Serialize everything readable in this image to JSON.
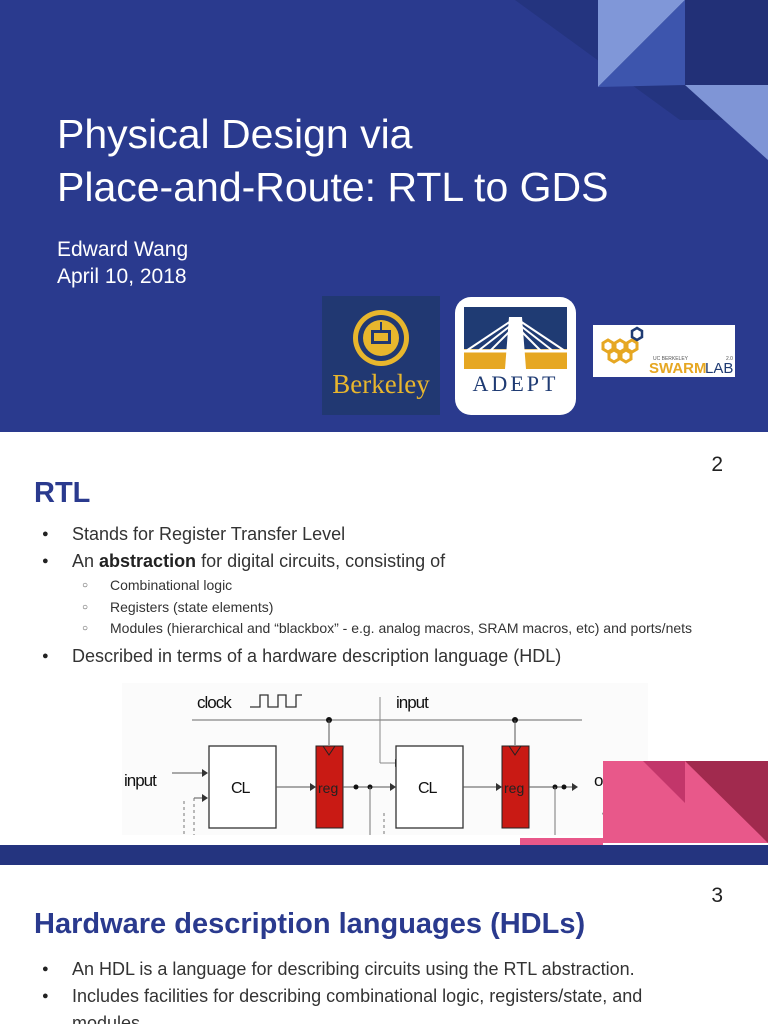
{
  "slide1": {
    "title_lines": [
      "Physical Design via",
      "Place-and-Route: RTL to GDS"
    ],
    "author": "Edward Wang",
    "date": "April 10, 2018",
    "logos": {
      "berkeley": "Berkeley",
      "adept": "ADEPT",
      "swarm_top": "UC BERKELEY",
      "swarm_word_a": "SWARM",
      "swarm_word_b": "LAB",
      "swarm_version": "2.0"
    },
    "colors": {
      "background": "#2a3a8e",
      "accent_light": "#7f95d6"
    }
  },
  "slide2": {
    "number": "2",
    "heading": "RTL",
    "bullets": [
      {
        "text": "Stands for Register Transfer Level"
      },
      {
        "pre": "An ",
        "bold": "abstraction",
        "post": " for digital circuits, consisting of"
      },
      {
        "text": "Combinational logic",
        "level": 2
      },
      {
        "text": "Registers (state elements)",
        "level": 2
      },
      {
        "text": "Modules (hierarchical and “blackbox” - e.g. analog macros, SRAM macros, etc) and ports/nets",
        "level": 2
      },
      {
        "text": "Described in terms of a hardware description language (HDL)"
      }
    ],
    "diagram": {
      "clock": "clock",
      "input_top": "input",
      "input_left": "input",
      "cl1": "CL",
      "cl2": "CL",
      "reg1": "reg",
      "reg2": "reg",
      "output": "output",
      "dots": "• • •"
    }
  },
  "slide3": {
    "number": "3",
    "heading": "Hardware description languages (HDLs)",
    "bullets": [
      {
        "text": "An HDL is a language for describing circuits using the RTL abstraction."
      },
      {
        "text": "Includes facilities for describing combinational logic, registers/state, and"
      },
      {
        "text": "modules",
        "continuation": true
      }
    ]
  }
}
